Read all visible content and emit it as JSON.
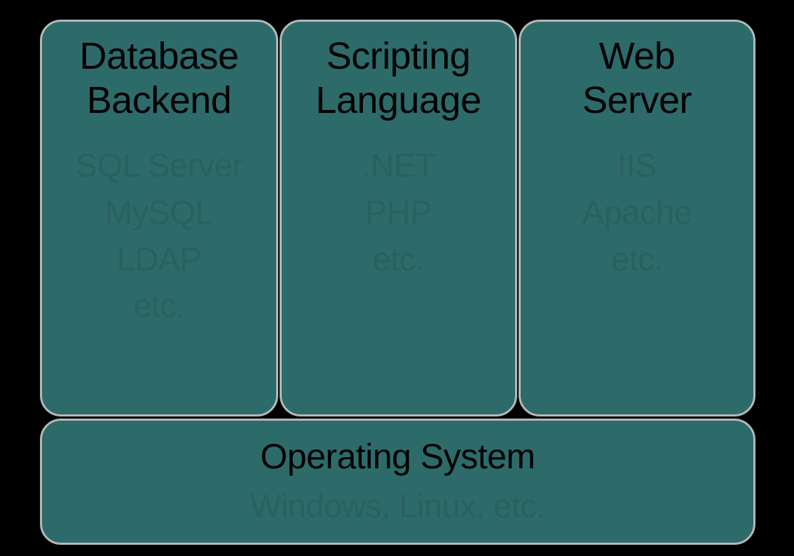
{
  "diagram": {
    "title": "Web application technology stack",
    "background_color": "#000000",
    "panel_fill_color": "#2d6b6b",
    "panel_border_color": "#b4b8b8",
    "title_text_color": "#000000",
    "examples_text_color": "#2a615f",
    "layers": {
      "tier": [
        {
          "name": "database-backend",
          "title": "Database\nBackend",
          "examples": "SQL Server\nMySQL\nLDAP\netc."
        },
        {
          "name": "scripting-language",
          "title": "Scripting\nLanguage",
          "examples": ".NET\nPHP\netc."
        },
        {
          "name": "web-server",
          "title": "Web\nServer",
          "examples": "IIS\nApache\netc."
        }
      ],
      "foundation": {
        "name": "operating-system",
        "title": "Operating System",
        "examples": "Windows, Linux, etc."
      }
    }
  }
}
